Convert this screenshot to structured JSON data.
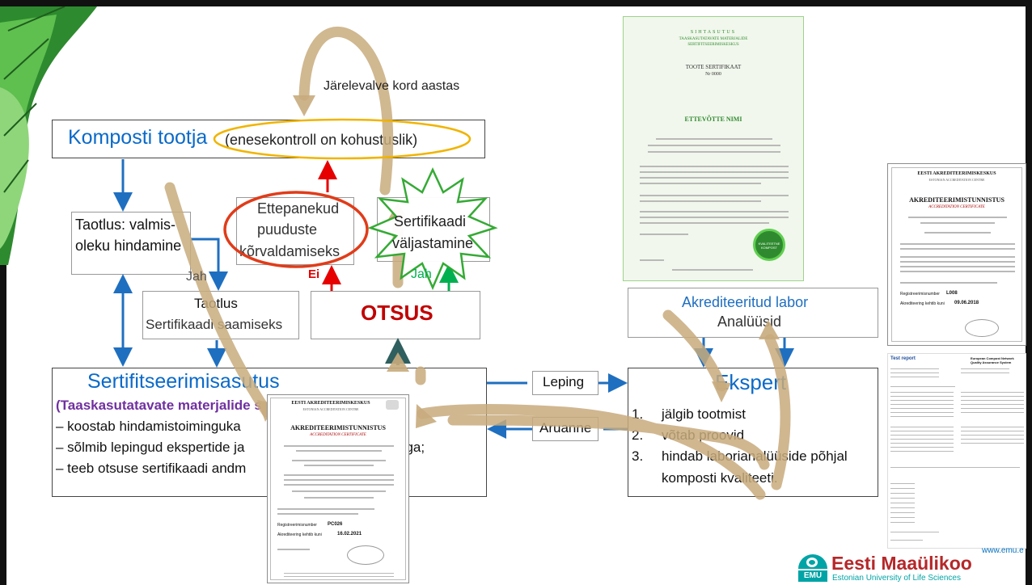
{
  "diagram": {
    "loop_label": "Järelevalve kord aastas",
    "producer": {
      "title": "Komposti tootja",
      "note": "(enesekontroll on kohustuslik)"
    },
    "application1": {
      "line1": "Taotlus: valmis-",
      "line2": "oleku hindamine"
    },
    "application2": {
      "line1": "Taotlus",
      "line2": "Sertifikaadi saamiseks"
    },
    "yes_left": "Jah",
    "proposals": {
      "line1": "Ettepanekud",
      "line2": "puuduste",
      "line3": "kõrvaldamiseks"
    },
    "certificate_issue": {
      "line1": "Sertifikaadi",
      "line2": "väljastamine"
    },
    "no_label": "Ei",
    "yes_right": "Jah",
    "decision": "OTSUS",
    "lab": {
      "title": "Akrediteeritud labor",
      "sub": "Analüüsid"
    },
    "cert_body": {
      "title": "Sertifitseerimisasutus",
      "subtitle": "(Taaskasutatavate materjalide s",
      "lines": [
        "– koostab hindamistoiminguka",
        "– sõlmib lepingud ekspertide ja",
        "– teeb otsuse sertifikaadi andm"
      ],
      "tail": "riga;"
    },
    "contract": "Leping",
    "report": "Aruanne",
    "expert": {
      "title": "Ekspert",
      "items": [
        {
          "num": "1.",
          "text": "jälgib tootmist"
        },
        {
          "num": "2.",
          "text": "võtab proovid"
        },
        {
          "num": "3.",
          "text": "hindab laborianalüüside põhjal"
        }
      ],
      "tail": "komposti kvaliteeti."
    }
  },
  "product_certificate": {
    "org": "SIHTASUTUS",
    "org2": "TAASKASUTATAVATE MATERJALIDE",
    "org3": "SERTIFITSEERIMISKESKUS",
    "title": "TOOTE SERTIFIKAAT",
    "number": "Nr 0000",
    "company": "ETTEVÕTTE NIMI",
    "seal": "KVALITEETNE KOMPOST"
  },
  "accreditation_certificate_right": {
    "header": "EESTI AKREDITEERIMISKESKUS",
    "header_en": "ESTONIAN ACCREDITATION CENTRE",
    "title": "AKREDITEERIMISTUNNISTUS",
    "title_en": "ACCREDITATION CERTIFICATE",
    "reg_label": "Registreerimisnumber",
    "reg": "L008",
    "valid_label": "Akrediteering kehtib kuni",
    "valid": "09.06.2018"
  },
  "accreditation_certificate_center": {
    "header": "EESTI AKREDITEERIMISKESKUS",
    "header_en": "ESTONIAN ACCREDITATION CENTRE",
    "title": "AKREDITEERIMISTUNNISTUS",
    "title_en": "ACCREDITATION CERTIFICATE",
    "reg_label": "Registreerimisnumber",
    "reg": "PC026",
    "valid_label": "Akrediteering kehtib kuni",
    "valid": "16.02.2021"
  },
  "test_report": {
    "title": "Test report",
    "network": "European Compost Network",
    "system": "Quality Assurance System"
  },
  "footer": {
    "url": "www.emu.e",
    "university": "Eesti Maaülikoo",
    "university_en": "Estonian University of Life Sciences",
    "logo": "EMU"
  },
  "colors": {
    "blue": "#1f6fc0",
    "title_blue": "#0a6ac9",
    "tan": "#c8ab7d",
    "red": "#e60000",
    "green": "#00b050",
    "yellow_ring": "#f0b400",
    "dark_teal": "#2f5f5f",
    "decision_red": "#c00000",
    "purple": "#7030a0"
  }
}
